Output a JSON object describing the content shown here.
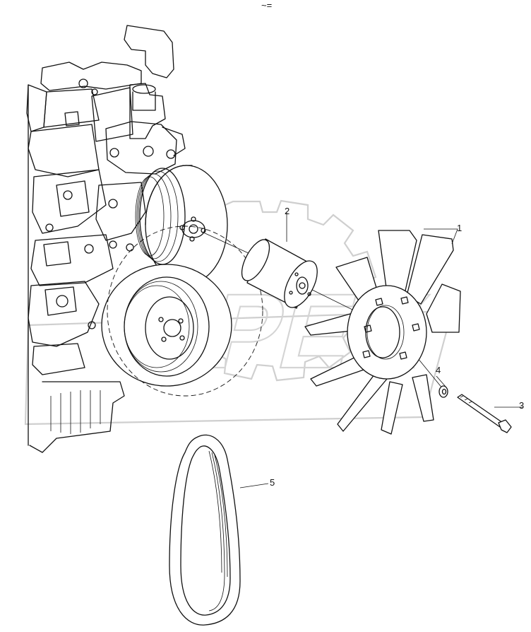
{
  "top_mark": "~=",
  "watermark": "OPEX",
  "callouts": [
    {
      "id": "1",
      "label": "1"
    },
    {
      "id": "2",
      "label": "2"
    },
    {
      "id": "3",
      "label": "3"
    },
    {
      "id": "4",
      "label": "4"
    },
    {
      "id": "5",
      "label": "5"
    }
  ]
}
